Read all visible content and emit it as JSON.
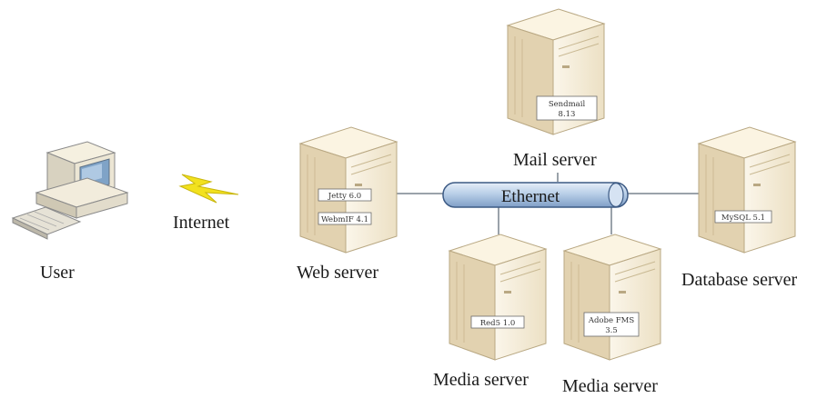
{
  "user": {
    "label": "User"
  },
  "internet": {
    "label": "Internet"
  },
  "ethernet": {
    "label": "Ethernet"
  },
  "web_server": {
    "label": "Web server",
    "software": [
      "Jetty 6.0",
      "WebmIF 4.1"
    ]
  },
  "mail_server": {
    "label": "Mail server",
    "software": [
      "Sendmail",
      "8.13"
    ]
  },
  "database_server": {
    "label": "Database server",
    "software": [
      "MySQL 5.1"
    ]
  },
  "media_server_1": {
    "label": "Media server",
    "software": [
      "Red5 1.0"
    ]
  },
  "media_server_2": {
    "label": "Media server",
    "software": [
      "Adobe FMS",
      "3.5"
    ]
  },
  "colors": {
    "pipe": "#b9cfe8",
    "pipe_stroke": "#3c5a84",
    "bolt": "#f2e11e",
    "server_body": "#f4ecd8",
    "server_shade": "#dccbaa",
    "line": "#9aa2aa"
  }
}
